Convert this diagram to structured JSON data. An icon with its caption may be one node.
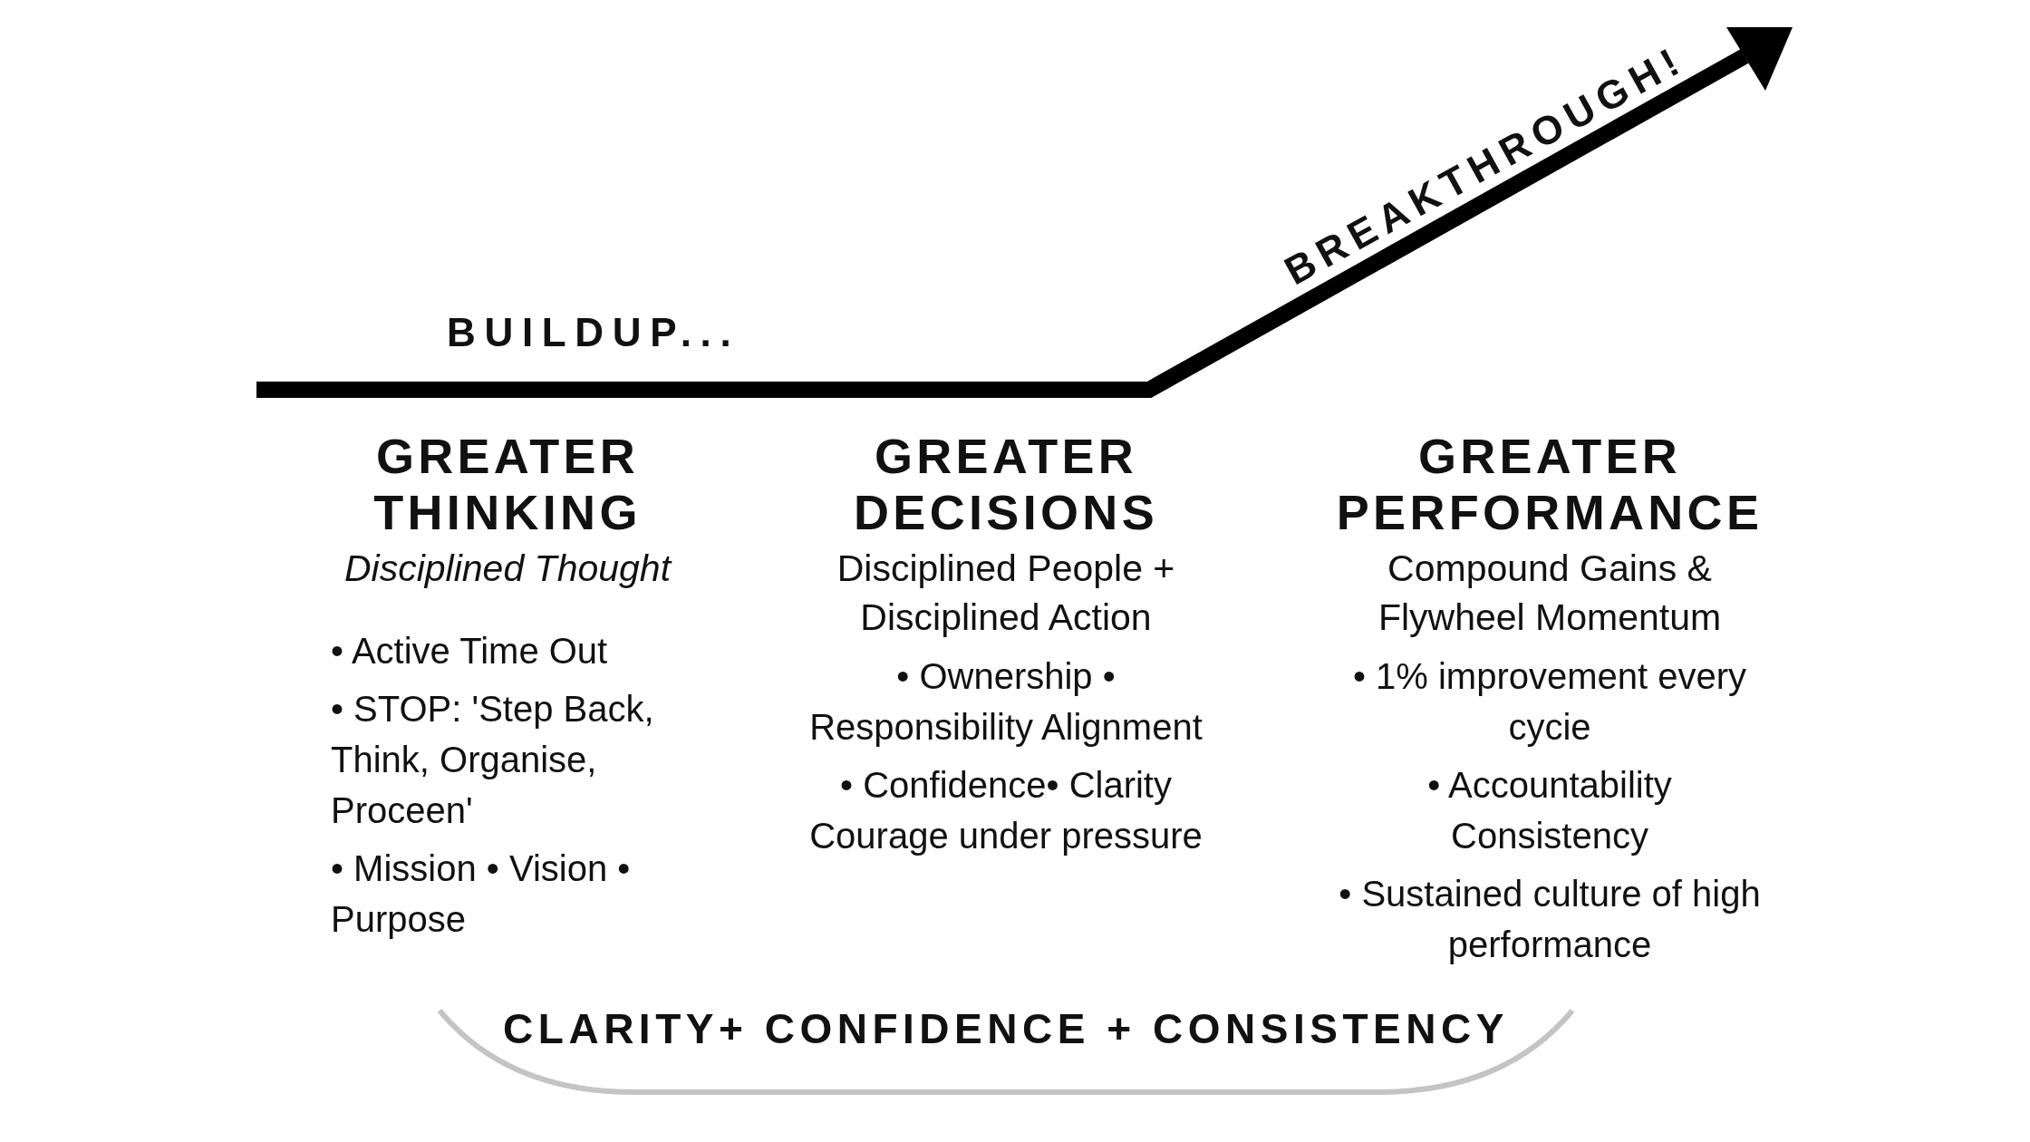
{
  "diagram": {
    "labels": [
      "BUILDUP...",
      "BREAKTHROUGH!",
      "GREATER THINKING",
      "Disciplined Thought",
      "• Active Time Out",
      "• STOP: 'Step Back, Think, Organise, Proceen'",
      "• Mission • Vision • Purpose",
      "GREATER DECISIONS",
      "Disciplined People + Disciplined Action",
      "• Ownership • Responsibility Alignment",
      "• Confidence• Clarity Courage under pressure",
      "GREATER PERFORMANCE",
      "Compound Gains & Flywheel Momentum",
      "• 1% improvement every cycie",
      "• Accountability Consistency",
      "• Sustained culture of high performance",
      "CLARITY+ CONFIDENCE + CONSISTENCY"
    ]
  }
}
